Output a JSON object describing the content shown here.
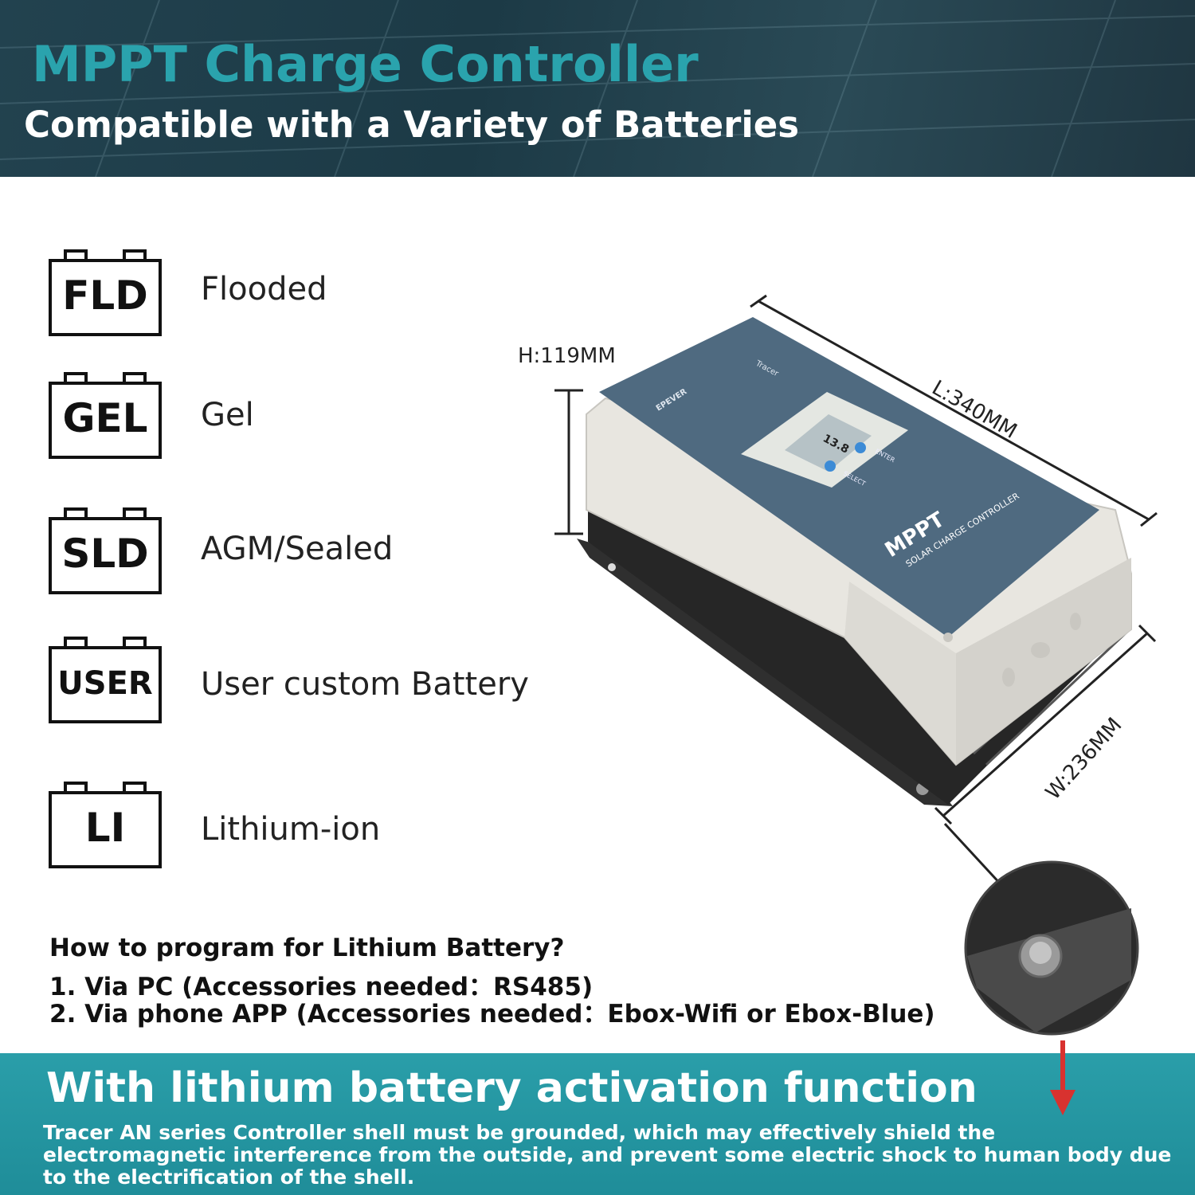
{
  "header": {
    "title": "MPPT Charge Controller",
    "subtitle": "Compatible with a Variety of Batteries"
  },
  "batteries": [
    {
      "code": "FLD",
      "label": "Flooded"
    },
    {
      "code": "GEL",
      "label": "Gel"
    },
    {
      "code": "SLD",
      "label": "AGM/Sealed"
    },
    {
      "code": "USER",
      "label": "User custom  Battery"
    },
    {
      "code": "LI",
      "label": "Lithium-ion"
    }
  ],
  "dimensions": {
    "height": "H:119MM",
    "length": "L:340MM",
    "width": "W:236MM"
  },
  "device": {
    "brand": "EPEVER",
    "series": "Tracer",
    "model_big": "MPPT",
    "model_small": "SOLAR CHARGE CONTROLLER",
    "button_select": "SELECT",
    "button_enter": "ENTER",
    "lcd_value": "13.8"
  },
  "program": {
    "question": "How to program for Lithium Battery?",
    "steps": [
      "1. Via PC (Accessories needed：RS485)",
      "2. Via phone APP (Accessories needed：Ebox-Wifi or Ebox-Blue)"
    ]
  },
  "footer": {
    "title": "With lithium battery activation function",
    "text": "Tracer AN series Controller shell must be grounded, which may effectively shield the electromagnetic interference from the outside, and prevent some electric shock to human body due to the electrification of the shell."
  },
  "colors": {
    "title_teal": "#2aa3ad",
    "header_dark": "#1c3a46",
    "footer_teal": "#2a9ea9",
    "panel_blue": "#4f6a80",
    "arrow_red": "#d8322f"
  }
}
